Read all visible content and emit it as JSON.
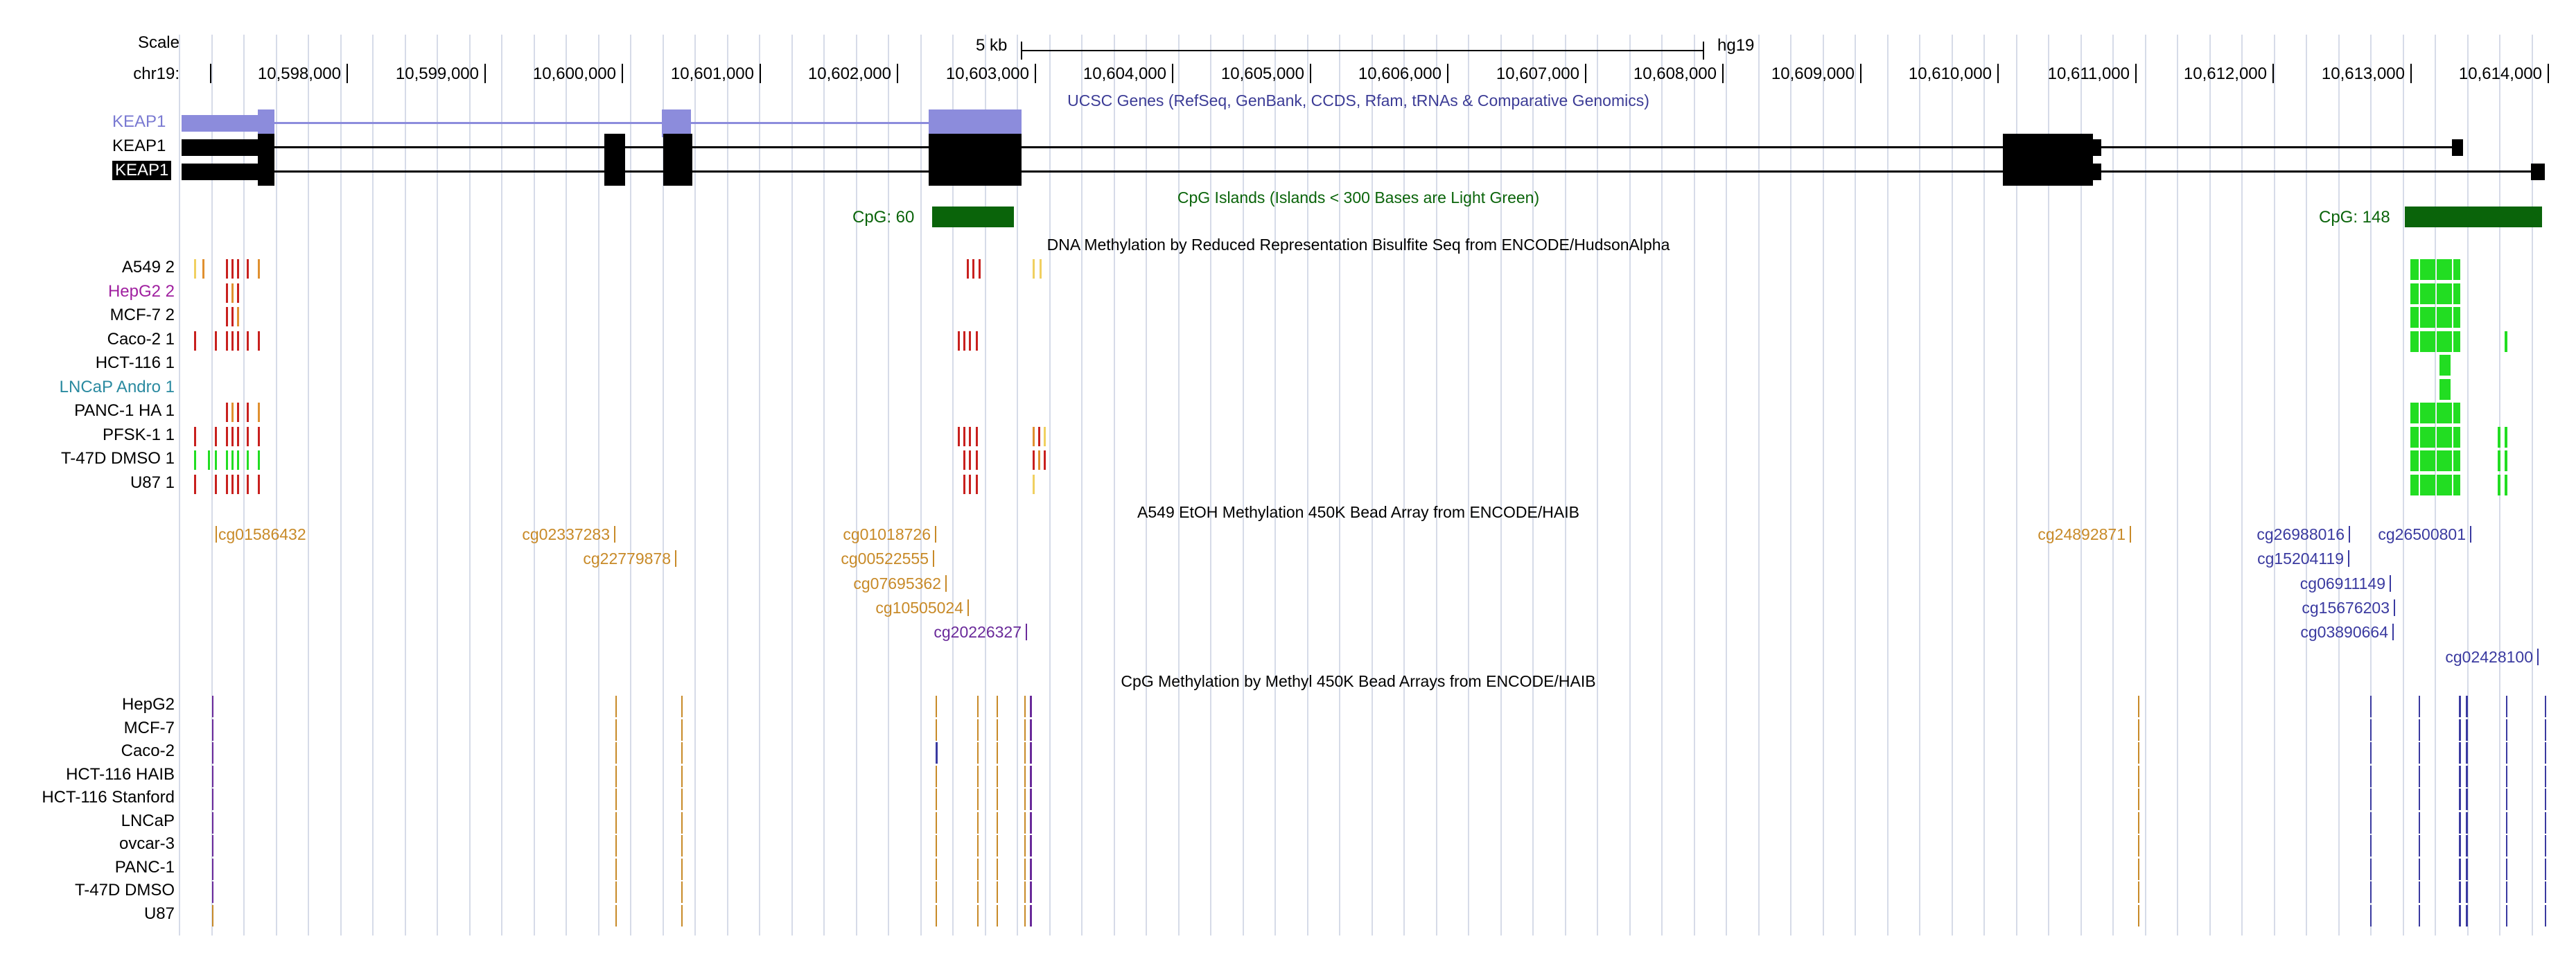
{
  "ruler": {
    "scale_label": "Scale",
    "chrom_label": "chr19:",
    "scale_text": "5 kb",
    "assembly": "hg19",
    "positions": [
      "10,598,000",
      "10,599,000",
      "10,600,000",
      "10,601,000",
      "10,602,000",
      "10,603,000",
      "10,604,000",
      "10,605,000",
      "10,606,000",
      "10,607,000",
      "10,608,000",
      "10,609,000",
      "10,610,000",
      "10,611,000",
      "10,612,000",
      "10,613,000",
      "10,614,000"
    ]
  },
  "tracks": {
    "ucsc_genes": {
      "title": "UCSC Genes (RefSeq, GenBank, CCDS, Rfam, tRNAs & Comparative Genomics)",
      "rows": [
        "KEAP1",
        "KEAP1",
        "KEAP1"
      ]
    },
    "cpg_islands": {
      "title": "CpG Islands (Islands < 300 Bases are Light Green)",
      "items": [
        "CpG: 60",
        "CpG: 148"
      ]
    },
    "rrbs": {
      "title": "DNA Methylation by Reduced Representation Bisulfite Seq from ENCODE/HudsonAlpha",
      "rows": [
        "A549 2",
        "HepG2 2",
        "MCF-7 2",
        "Caco-2 1",
        "HCT-116 1",
        "LNCaP Andro 1",
        "PANC-1 HA 1",
        "PFSK-1 1",
        "T-47D DMSO 1",
        "U87 1"
      ]
    },
    "a549_450k": {
      "title": "A549 EtOH Methylation 450K Bead Array from ENCODE/HAIB",
      "probes": [
        "cg01586432",
        "cg02337283",
        "cg22779878",
        "cg01018726",
        "cg00522555",
        "cg07695362",
        "cg10505024",
        "cg20226327",
        "cg24892871",
        "cg26988016",
        "cg26500801",
        "cg15204119",
        "cg06911149",
        "cg15676203",
        "cg03890664",
        "cg02428100"
      ]
    },
    "methyl_450k": {
      "title": "CpG Methylation by Methyl 450K Bead Arrays from ENCODE/HAIB",
      "rows": [
        "HepG2",
        "MCF-7",
        "Caco-2",
        "HCT-116 HAIB",
        "HCT-116 Stanford",
        "LNCaP",
        "ovcar-3",
        "PANC-1",
        "T-47D DMSO",
        "U87"
      ]
    }
  },
  "colors": {
    "gene_blue": "#8c8cdc",
    "gene_black": "#000000",
    "cpg_green": "#0a640a",
    "meth_red": "#c8201e",
    "meth_orange": "#e09030",
    "meth_yellow": "#f0d060",
    "meth_green": "#22dd22",
    "bead_orange": "#c88a28",
    "bead_blue": "#3a3aa0",
    "bead_purple": "#6a2a9a",
    "grid": "#d6dbe8"
  }
}
